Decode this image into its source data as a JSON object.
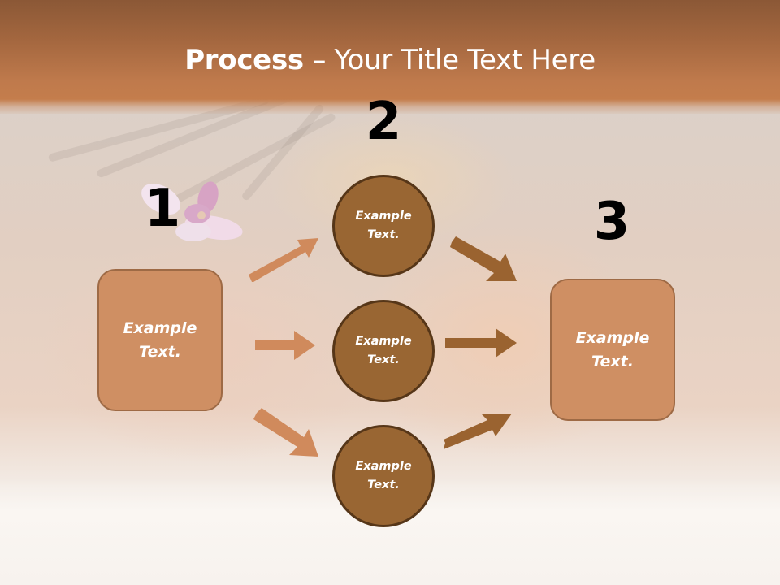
{
  "slide": {
    "title_bold": "Process",
    "title_rest": " – Your Title Text Here",
    "colors": {
      "title_band_top": "#8b5836",
      "title_band_bottom": "#c47d4c",
      "box_fill": "#cf8f63",
      "box_border": "#9e6a45",
      "circle_fill": "#996633",
      "circle_border": "#563618",
      "arrow_light": "#d08a5c",
      "arrow_dark": "#9a6330",
      "number_color": "#000000",
      "text_color": "#ffffff"
    }
  },
  "steps": {
    "step1": {
      "number": "1",
      "box": {
        "line1": "Example",
        "line2": "Text."
      }
    },
    "step2": {
      "number": "2",
      "circles": [
        {
          "line1": "Example",
          "line2": "Text."
        },
        {
          "line1": "Example",
          "line2": "Text."
        },
        {
          "line1": "Example",
          "line2": "Text."
        }
      ]
    },
    "step3": {
      "number": "3",
      "box": {
        "line1": "Example",
        "line2": "Text."
      }
    }
  },
  "arrows": {
    "left": [
      "arrow-up-right",
      "arrow-right",
      "arrow-down-right"
    ],
    "right": [
      "arrow-down-right",
      "arrow-right",
      "arrow-up-right"
    ]
  }
}
